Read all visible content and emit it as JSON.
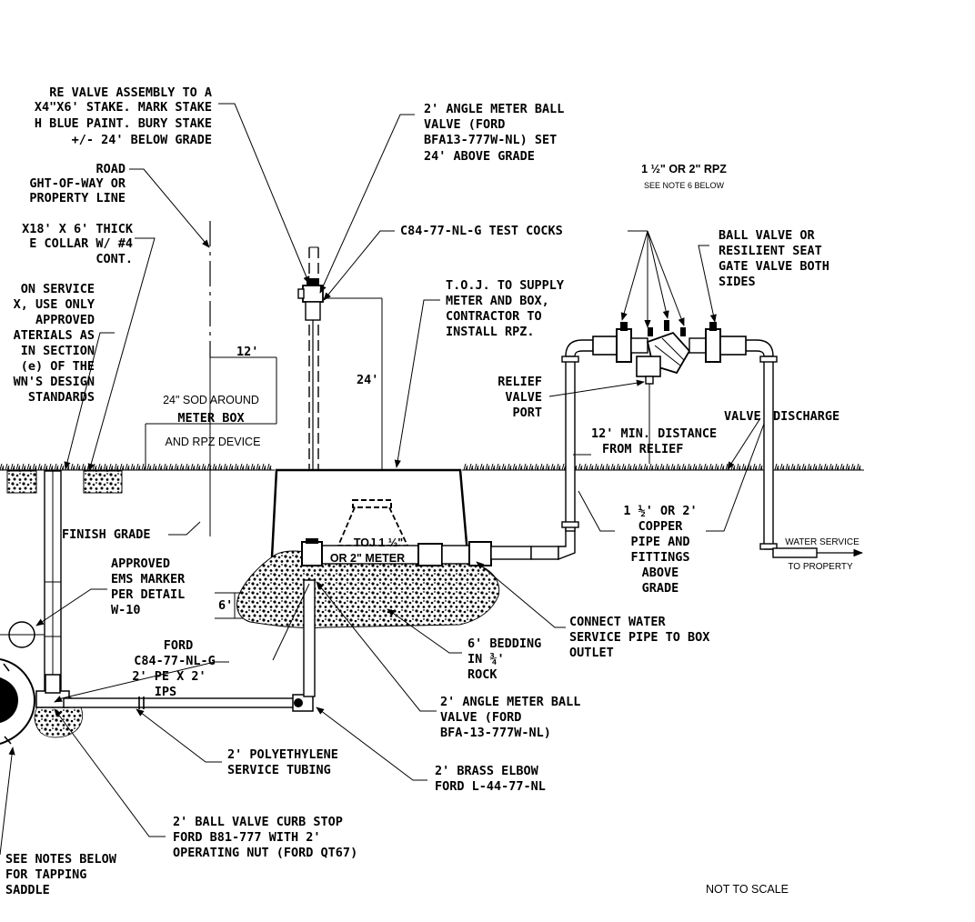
{
  "labels": {
    "stake_1": "RE VALVE ASSEMBLY TO A",
    "stake_2": "X4\"X6' STAKE. MARK STAKE",
    "stake_3": "H BLUE PAINT. BURY STAKE",
    "stake_4": "+/- 24'  BELOW GRADE",
    "road_1": "ROAD",
    "road_2": "GHT-OF-WAY OR",
    "road_3": "PROPERTY LINE",
    "collar_1": "X18' X 6' THICK",
    "collar_2": "E COLLAR W/ #4",
    "collar_3": "CONT.",
    "svc_1": "ON SERVICE",
    "svc_2": "X, USE ONLY",
    "svc_3": "APPROVED",
    "svc_4": "ATERIALS AS",
    "svc_5": "IN SECTION",
    "svc_6": "(e) OF THE",
    "svc_7": "WN'S DESIGN",
    "svc_8": "STANDARDS",
    "top_valve_1": "2' ANGLE METER BALL",
    "top_valve_2": "VALVE (FORD",
    "top_valve_3": "BFA13-777W-NL) SET",
    "top_valve_4": "24' ABOVE GRADE",
    "rpz_title": "1 ½\" OR 2\" RPZ",
    "rpz_note": "SEE NOTE 6 BELOW",
    "test_cocks": "C84-77-NL-G TEST COCKS",
    "ball_valve_1": "BALL VALVE OR",
    "ball_valve_2": "RESILIENT SEAT",
    "ball_valve_3": "GATE VALVE BOTH",
    "ball_valve_4": "SIDES",
    "toj_1": "T.O.J. TO SUPPLY",
    "toj_2": "METER AND BOX,",
    "toj_3": "CONTRACTOR TO",
    "toj_4": "INSTALL RPZ.",
    "dim_12": "12'",
    "dim_24": "24'",
    "dim_6": "6'",
    "relief_1": "RELIEF",
    "relief_2": "VALVE",
    "relief_3": "PORT",
    "sod_1": "24\" SOD AROUND",
    "sod_2": "METER BOX",
    "sod_3": "AND RPZ DEVICE",
    "min_dist_1": "12' MIN. DISTANCE",
    "min_dist_2": "FROM RELIEF",
    "discharge_1": "VALVE",
    "discharge_2": "DISCHARGE",
    "toj_meter_1": "TOJ 1 ½\"",
    "toj_meter_2": "OR 2\" METER",
    "finish_grade": "FINISH GRADE",
    "copper_1": "1 ½' OR  2'",
    "copper_2": "COPPER",
    "copper_3": "PIPE AND",
    "copper_4": "FITTINGS",
    "copper_5": "ABOVE",
    "copper_6": "GRADE",
    "water_svc_1": "WATER SERVICE",
    "water_svc_2": "TO PROPERTY",
    "ems_1": "APPROVED",
    "ems_2": "EMS MARKER",
    "ems_3": "PER DETAIL",
    "ems_4": "W-10",
    "connect_1": "CONNECT WATER",
    "connect_2": "SERVICE PIPE TO BOX",
    "connect_3": "OUTLET",
    "bedding_1": "6' BEDDING",
    "bedding_2": "IN ¾'",
    "bedding_3": "ROCK",
    "ford_1": "FORD",
    "ford_2": "C84-77-NL-G",
    "ford_3": "2' PE X 2'",
    "ford_4": "IPS",
    "bot_valve_1": "2' ANGLE METER BALL",
    "bot_valve_2": "VALVE (FORD",
    "bot_valve_3": "BFA-13-777W-NL)",
    "pe_tubing_1": "2' POLYETHYLENE",
    "pe_tubing_2": "SERVICE TUBING",
    "elbow_1": "2' BRASS ELBOW",
    "elbow_2": "FORD L-44-77-NL",
    "curb_stop_1": "2' BALL VALVE CURB STOP",
    "curb_stop_2": "FORD B81-777 WITH 2'",
    "curb_stop_3": "OPERATING NUT (FORD QT67)",
    "saddle_1": "SEE NOTES BELOW",
    "saddle_2": "FOR TAPPING",
    "saddle_3": "SADDLE",
    "scale_note": "NOT TO SCALE"
  }
}
